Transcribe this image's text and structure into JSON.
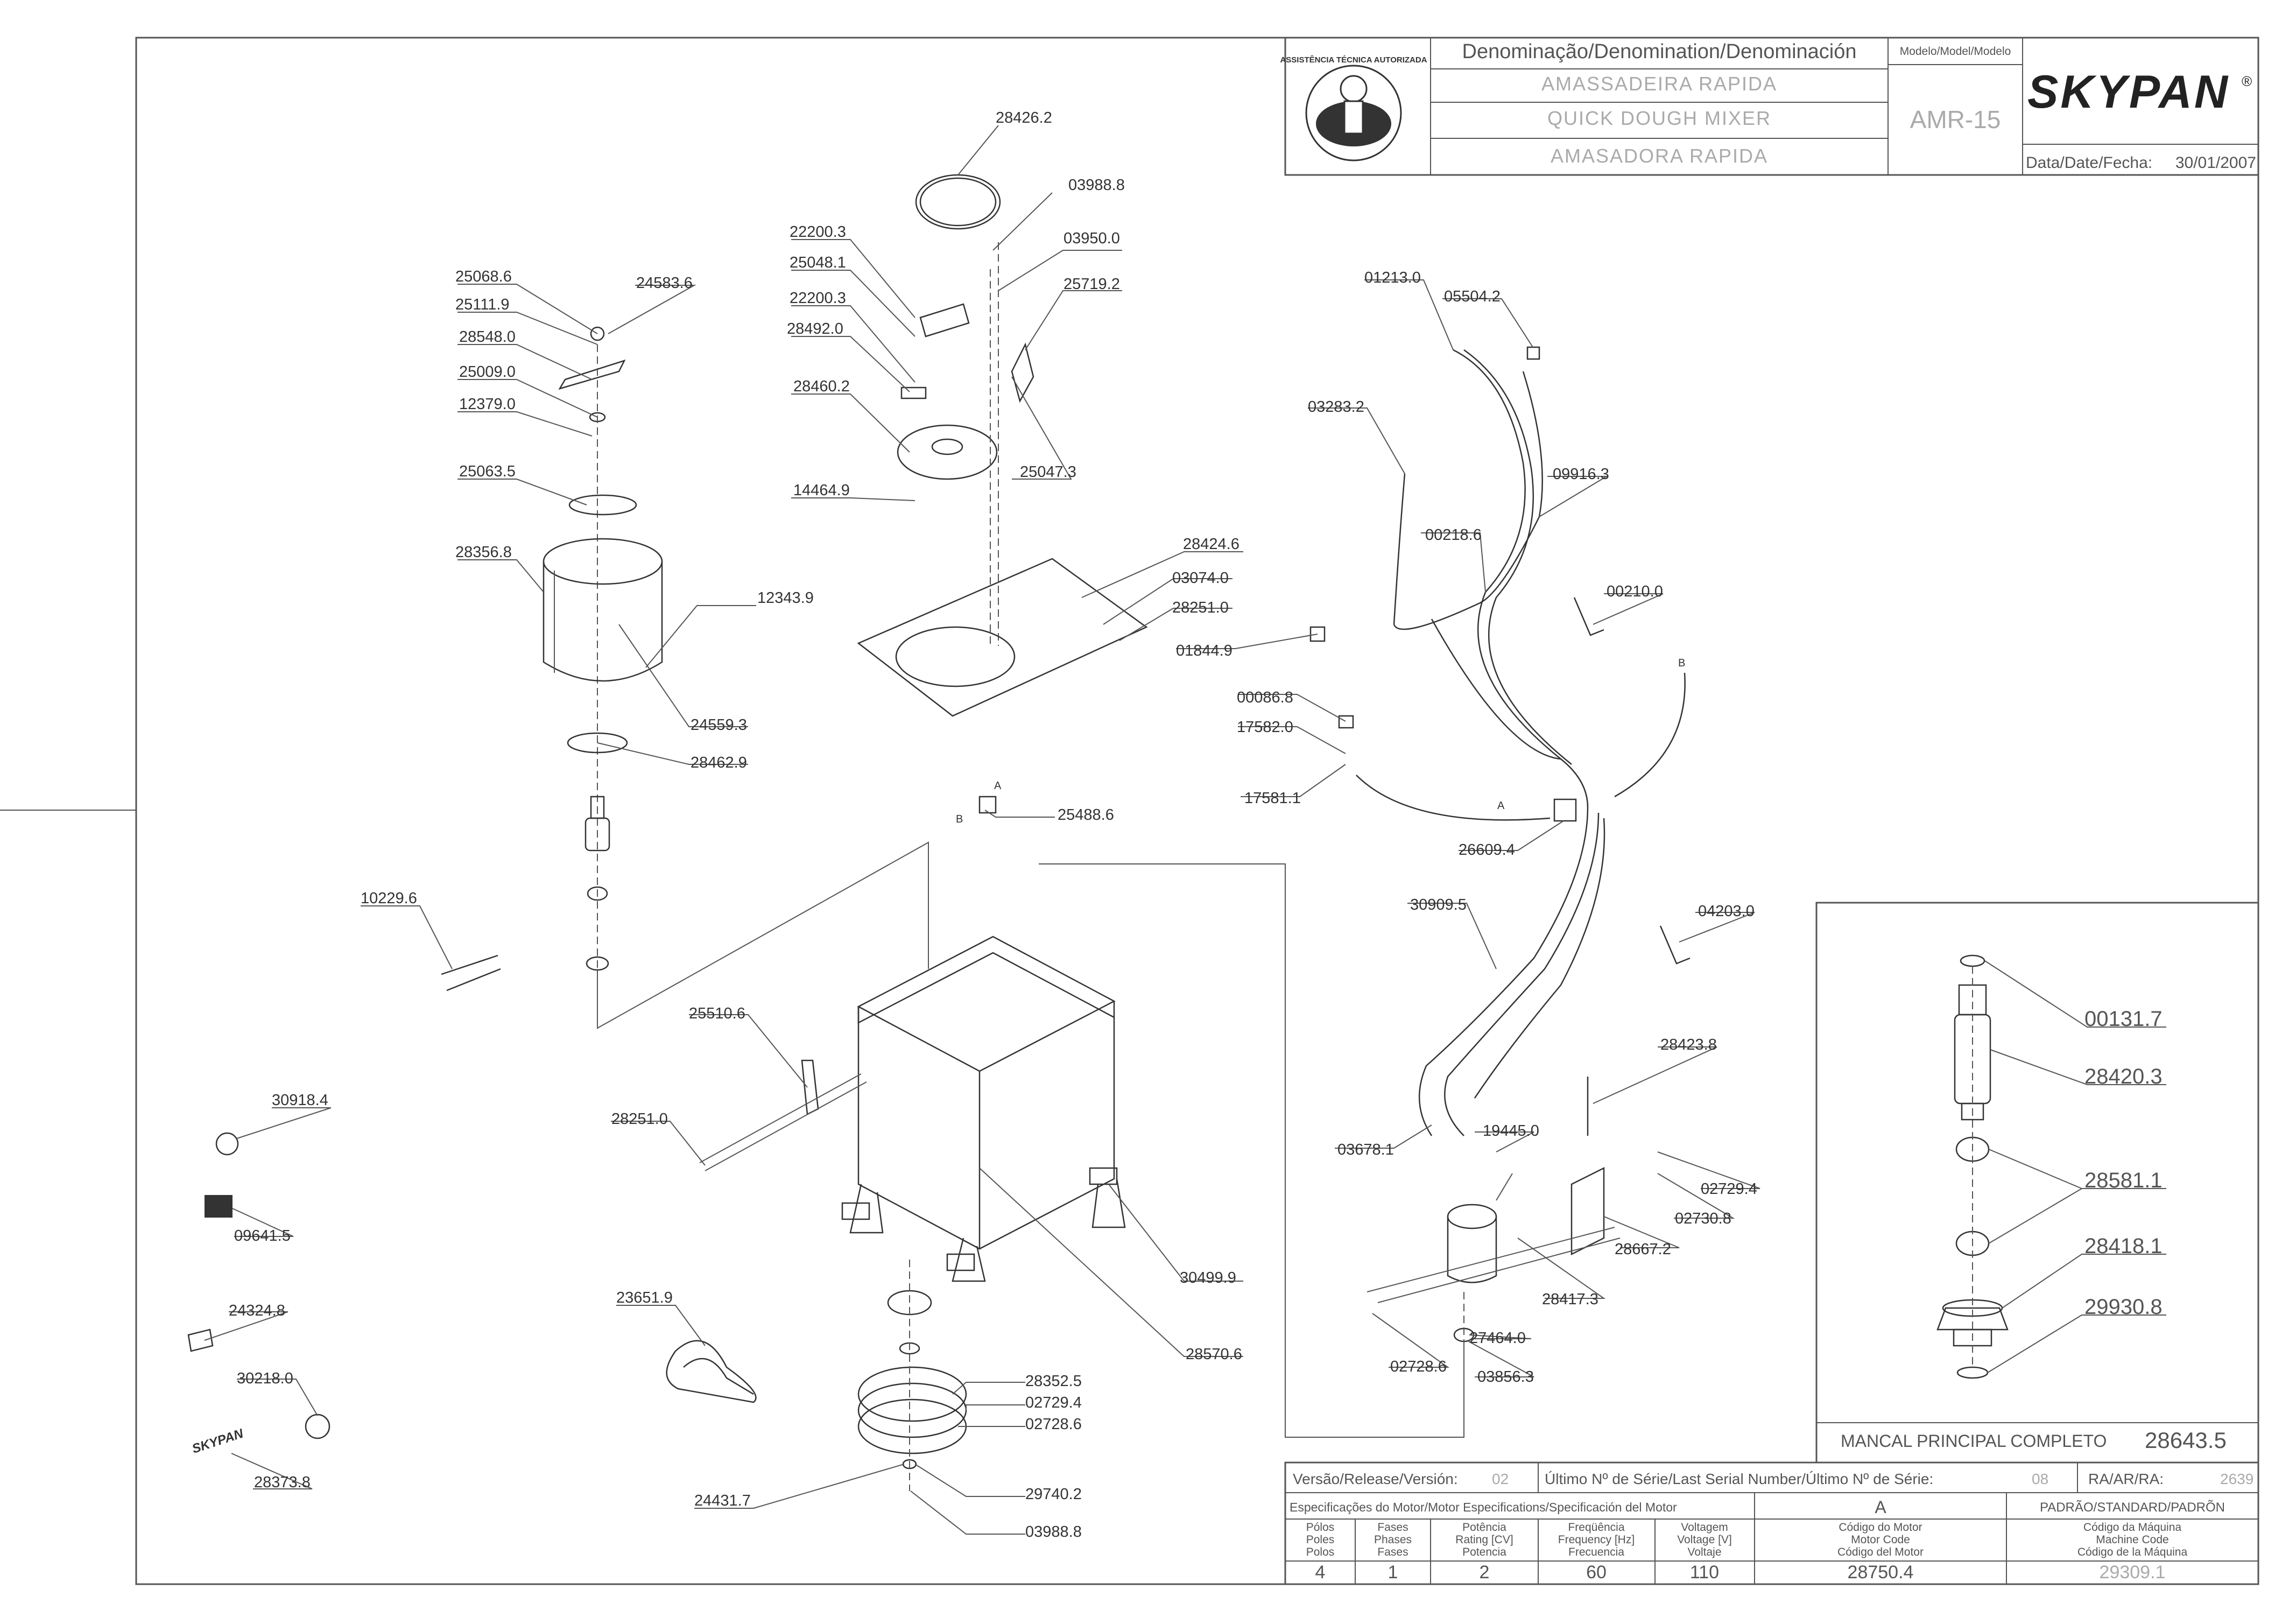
{
  "title_block": {
    "denomination_header": "Denominação/Denomination/Denominación",
    "name_pt": "AMASSADEIRA RAPIDA",
    "name_en": "QUICK DOUGH MIXER",
    "name_es": "AMASADORA RAPIDA",
    "model_header": "Modelo/Model/Modelo",
    "model": "AMR-15",
    "brand": "SKYPAN",
    "registered_mark": "®",
    "date_label": "Data/Date/Fecha:",
    "date": "30/01/2007",
    "seal_text": "ASSISTÊNCIA TÉCNICA AUTORIZADA"
  },
  "detail_box": {
    "title": "MANCAL PRINCIPAL COMPLETO",
    "code": "28643.5",
    "parts": [
      "00131.7",
      "28420.3",
      "28581.1",
      "28418.1",
      "29930.8"
    ]
  },
  "footer": {
    "release_label": "Versão/Release/Versión:",
    "release": "02",
    "serial_label": "Último Nº de Série/Last Serial Number/Último Nº de Série:",
    "serial": "08",
    "ra_label": "RA/AR/RA:",
    "ra": "2639",
    "motor_spec_label": "Especificações do Motor/Motor Especifications/Specificación del Motor",
    "motor_variant": "A",
    "standard_label": "PADRÃO/STANDARD/PADRÕN",
    "columns": [
      {
        "l1": "Pólos",
        "l2": "Poles",
        "l3": "Polos",
        "value": "4"
      },
      {
        "l1": "Fases",
        "l2": "Phases",
        "l3": "Fases",
        "value": "1"
      },
      {
        "l1": "Potência",
        "l2": "Rating [CV]",
        "l3": "Potencia",
        "value": "2"
      },
      {
        "l1": "Freqüência",
        "l2": "Frequency [Hz]",
        "l3": "Frecuencia",
        "value": "60"
      },
      {
        "l1": "Voltagem",
        "l2": "Voltage [V]",
        "l3": "Voltaje",
        "value": "110"
      },
      {
        "l1": "Código do Motor",
        "l2": "Motor Code",
        "l3": "Código del Motor",
        "value": "28750.4"
      },
      {
        "l1": "Código da Máquina",
        "l2": "Machine Code",
        "l3": "Código de la Máquina",
        "value": "29309.1"
      }
    ]
  },
  "markers": {
    "a": "A",
    "b": "B"
  },
  "part_labels": [
    "28426.2",
    "03988.8",
    "22200.3",
    "03950.0",
    "25048.1",
    "25719.2",
    "22200.3",
    "28492.0",
    "28460.2",
    "25047.3",
    "14464.9",
    "25068.6",
    "24583.6",
    "25111.9",
    "28548.0",
    "25009.0",
    "12379.0",
    "25063.5",
    "28356.8",
    "12343.9",
    "24559.3",
    "28462.9",
    "28424.6",
    "03074.0",
    "28251.0",
    "25488.6",
    "10229.6",
    "25510.6",
    "28251.0",
    "30918.4",
    "09641.5",
    "24324.8",
    "30218.0",
    "28373.8",
    "23651.9",
    "28352.5",
    "02729.4",
    "02728.6",
    "29740.2",
    "24431.7",
    "03988.8",
    "30499.9",
    "28570.6",
    "01213.0",
    "05504.2",
    "03283.2",
    "09916.3",
    "00218.6",
    "00210.0",
    "01844.9",
    "00086.8",
    "17582.0",
    "17581.1",
    "26609.4",
    "30909.5",
    "04203.0",
    "28423.8",
    "03678.1",
    "19445.0",
    "02729.4",
    "02730.8",
    "28667.2",
    "28417.3",
    "27464.0",
    "02728.6",
    "03856.3"
  ]
}
